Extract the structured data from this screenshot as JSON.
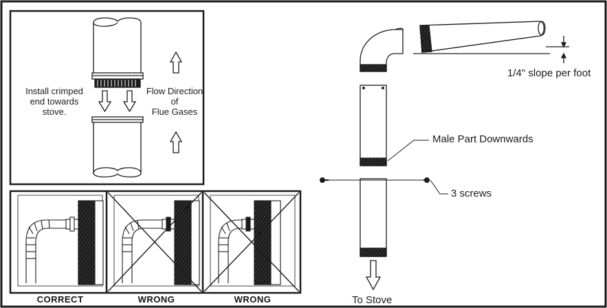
{
  "labels": {
    "install_line1": "Install crimped",
    "install_line2": "end towards",
    "install_line3": "stove.",
    "flow_line1": "Flow Direction",
    "flow_line2": "of",
    "flow_line3": "Flue Gases",
    "slope": "1/4\" slope per foot",
    "male_part": "Male Part Downwards",
    "screws": "3 screws",
    "to_stove": "To Stove"
  },
  "captions": {
    "correct": "CORRECT",
    "wrong_1": "WRONG",
    "wrong_2": "WRONG"
  },
  "colors": {
    "line": "#1a1a1a",
    "crimp": "#1a1a1a",
    "background": "#ffffff"
  }
}
